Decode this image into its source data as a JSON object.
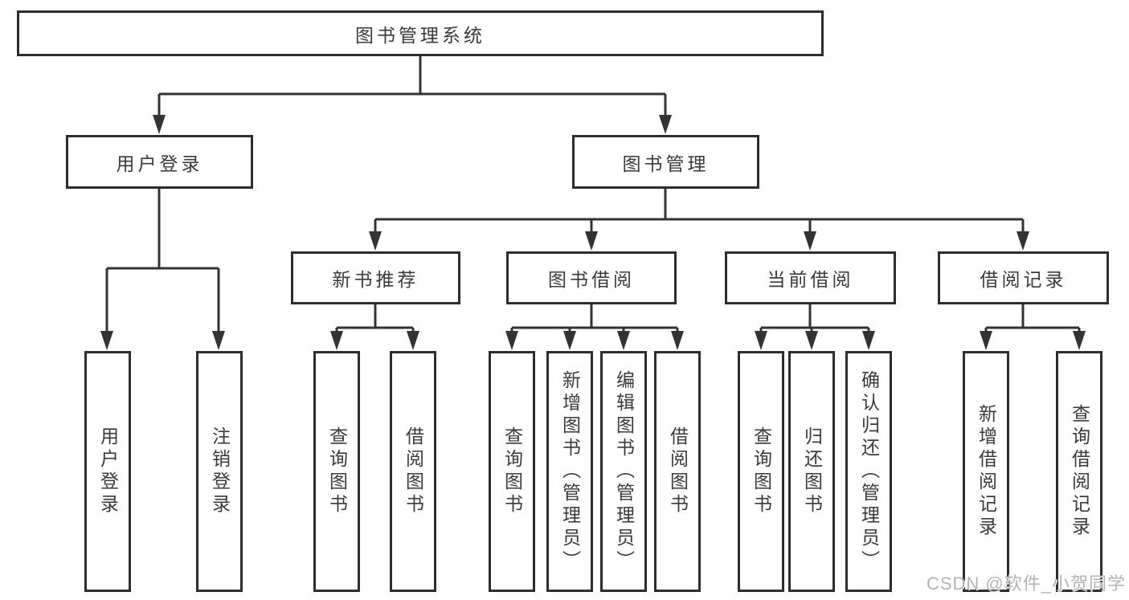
{
  "diagram": {
    "root": {
      "label": "图书管理系统"
    },
    "branches": [
      {
        "label": "用户登录",
        "children": [
          {
            "label": "用户登录"
          },
          {
            "label": "注销登录"
          }
        ]
      },
      {
        "label": "图书管理",
        "children": [
          {
            "label": "新书推荐",
            "children": [
              {
                "label": "查询图书"
              },
              {
                "label": "借阅图书"
              }
            ]
          },
          {
            "label": "图书借阅",
            "children": [
              {
                "label": "查询图书"
              },
              {
                "label": "新增图书（管理员）"
              },
              {
                "label": "编辑图书（管理员）"
              },
              {
                "label": "借阅图书"
              }
            ]
          },
          {
            "label": "当前借阅",
            "children": [
              {
                "label": "查询图书"
              },
              {
                "label": "归还图书"
              },
              {
                "label": "确认归还（管理员）"
              }
            ]
          },
          {
            "label": "借阅记录",
            "children": [
              {
                "label": "新增借阅记录"
              },
              {
                "label": "查询借阅记录"
              }
            ]
          }
        ]
      }
    ]
  },
  "watermark": {
    "text": "CSDN @软件_小贺同学"
  },
  "colors": {
    "line": "#333333",
    "box_border": "#2d2d2d",
    "text": "#3a3a3a",
    "watermark": "#b3b3b3",
    "background": "#ffffff"
  }
}
